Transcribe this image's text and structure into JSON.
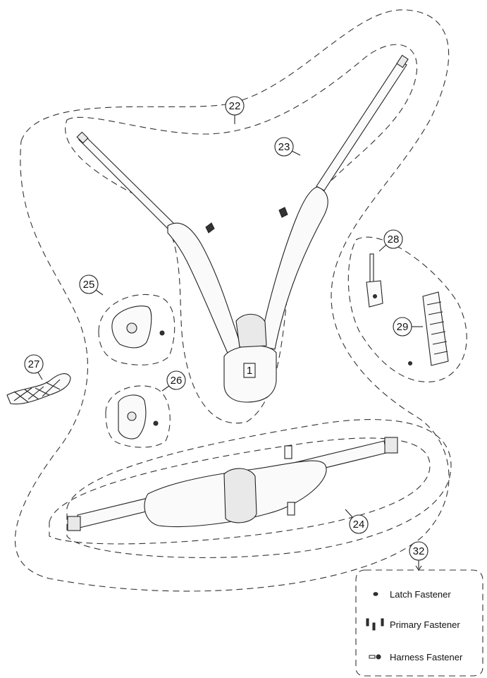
{
  "callouts": {
    "c22": "22",
    "c23": "23",
    "c24": "24",
    "c25": "25",
    "c26": "26",
    "c27": "27",
    "c28": "28",
    "c29": "29",
    "c32": "32"
  },
  "part_label": "1",
  "legend": {
    "latch": "Latch Fastener",
    "primary": "Primary Fastener",
    "harness": "Harness Fastener"
  }
}
